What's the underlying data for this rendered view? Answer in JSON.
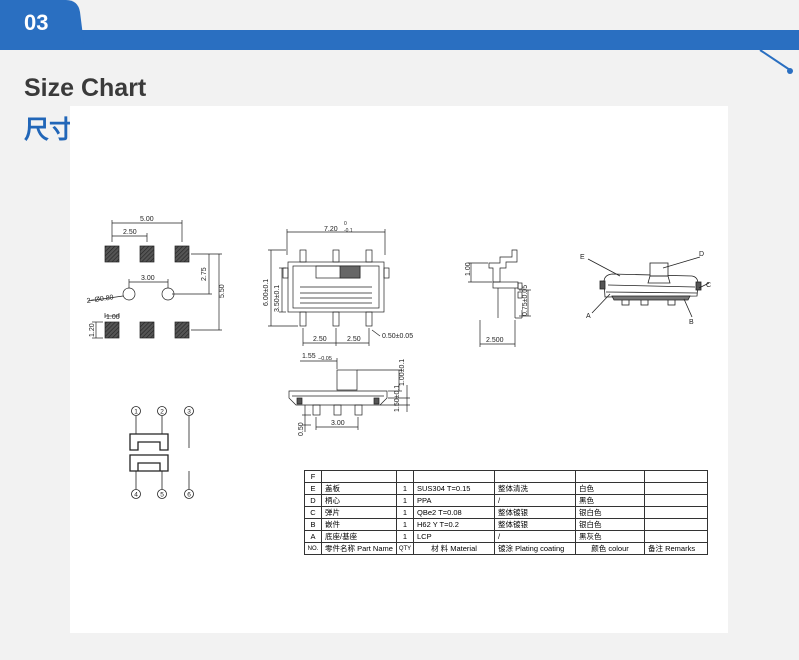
{
  "header": {
    "badge": "03",
    "title_en": "Size Chart",
    "title_cn": "尺寸图",
    "accent_color": "#2a6fc1"
  },
  "footprint": {
    "dim_total_width": "5.00",
    "dim_pad_pitch": "2.50",
    "dim_hole_spacing": "3.00",
    "dim_hole": "2−Ø0.80",
    "dim_half_height": "2.75",
    "dim_total_height": "5.50",
    "dim_pad_width": "1.00",
    "dim_pad_height": "1.20"
  },
  "front_view": {
    "dim_width": "7.20",
    "dim_width_tol_upper": "0",
    "dim_width_tol_lower": "-0.1",
    "dim_height": "6.00±0.1",
    "dim_inner_height": "3.50±0.1",
    "dim_pitch_left": "2.50",
    "dim_pitch_right": "2.50",
    "dim_pin": "0.50±0.05"
  },
  "side_view": {
    "dim_top": "1.00",
    "dim_thickness": "0.75±0.05",
    "dim_length": "2.500"
  },
  "bottom_view": {
    "dim_knob": "1.55",
    "dim_knob_tol": "−0.05",
    "dim_knob_height": "1.00±0.1",
    "dim_body_height": "1.50±0.1",
    "dim_pin_length": "0.50",
    "dim_pin_spacing": "3.00"
  },
  "iso_view": {
    "label_e": "E",
    "label_d": "D",
    "label_c": "C",
    "label_a": "A",
    "label_b": "B"
  },
  "schematic": {
    "pins": [
      "1",
      "2",
      "3",
      "4",
      "5",
      "6"
    ]
  },
  "parts_table": {
    "empty_label": "F",
    "rows": [
      {
        "no": "E",
        "name": "盖板",
        "qty": "1",
        "material": "SUS304  T=0.15",
        "plating": "整体清洗",
        "colour": "白色"
      },
      {
        "no": "D",
        "name": "柄心",
        "qty": "1",
        "material": "PPA",
        "plating": "/",
        "colour": "黑色"
      },
      {
        "no": "C",
        "name": "弹片",
        "qty": "1",
        "material": "QBe2  T=0.08",
        "plating": "整体镀银",
        "colour": "银白色"
      },
      {
        "no": "B",
        "name": "嵌件",
        "qty": "1",
        "material": "H62 Y  T=0.2",
        "plating": "整体镀银",
        "colour": "银白色"
      },
      {
        "no": "A",
        "name": "底座/基座",
        "qty": "1",
        "material": "LCP",
        "plating": "/",
        "colour": "黑灰色"
      }
    ],
    "header": {
      "no": "NO.",
      "name": "零件名称  Part Name",
      "qty": "QTY",
      "material": "材 料  Material",
      "plating": "镀涂  Plating coating",
      "colour": "颜色    colour",
      "remarks": "备注  Remarks"
    }
  }
}
